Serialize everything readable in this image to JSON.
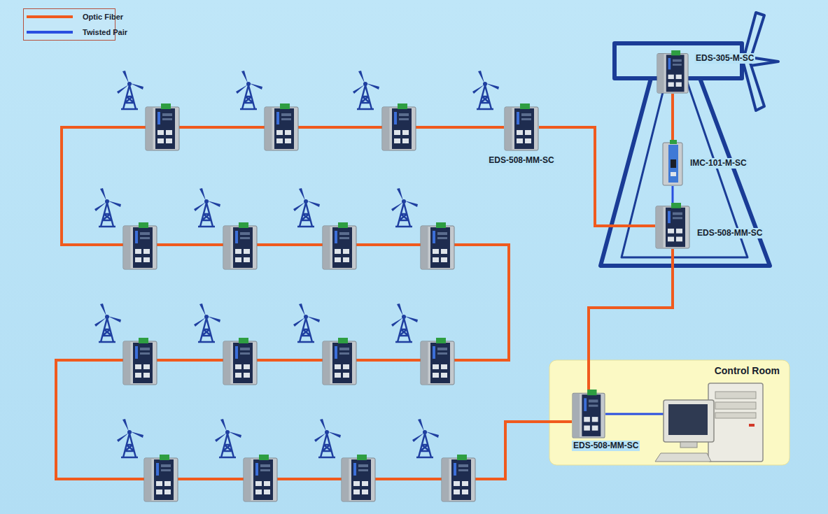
{
  "diagram": {
    "nodes": [
      {
        "text": [
          "EDS-508-MM-SC"
        ]
      },
      {
        "text": [
          "EDS-305-M-SC"
        ]
      },
      {
        "text": [
          "IMC-101-M-SC"
        ]
      },
      {
        "text": [
          "EDS-508-MM-SC"
        ]
      },
      {
        "text": [
          "Control Room"
        ]
      },
      {
        "text": [
          "EDS-508-MM-SC"
        ],
        "in": 4
      }
    ],
    "edges": [
      {
        "from": 0,
        "to": 3,
        "arrow": "none"
      },
      {
        "from": 1,
        "to": 2,
        "arrow": "none"
      },
      {
        "from": 2,
        "to": 3,
        "arrow": "none"
      },
      {
        "from": 3,
        "to": 5,
        "arrow": "none"
      }
    ],
    "legend": [
      {
        "text": "Optic Fiber"
      },
      {
        "text": "Twisted Pair"
      }
    ]
  }
}
